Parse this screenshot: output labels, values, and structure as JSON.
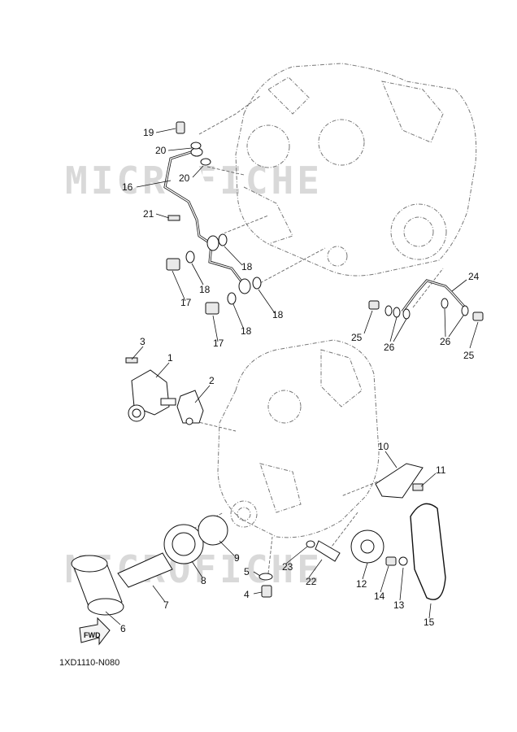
{
  "diagram_code": "1XD1110-N080",
  "watermark_text": "MICROFICHE",
  "fwd_label": "FWD",
  "callouts": [
    {
      "n": "1"
    },
    {
      "n": "2"
    },
    {
      "n": "3"
    },
    {
      "n": "4"
    },
    {
      "n": "5"
    },
    {
      "n": "6"
    },
    {
      "n": "7"
    },
    {
      "n": "8"
    },
    {
      "n": "9"
    },
    {
      "n": "10"
    },
    {
      "n": "11"
    },
    {
      "n": "12"
    },
    {
      "n": "13"
    },
    {
      "n": "14"
    },
    {
      "n": "15"
    },
    {
      "n": "16"
    },
    {
      "n": "17"
    },
    {
      "n": "17"
    },
    {
      "n": "18"
    },
    {
      "n": "18"
    },
    {
      "n": "18"
    },
    {
      "n": "18"
    },
    {
      "n": "19"
    },
    {
      "n": "20"
    },
    {
      "n": "20"
    },
    {
      "n": "21"
    },
    {
      "n": "22"
    },
    {
      "n": "23"
    },
    {
      "n": "24"
    },
    {
      "n": "25"
    },
    {
      "n": "25"
    },
    {
      "n": "26"
    },
    {
      "n": "26"
    }
  ]
}
